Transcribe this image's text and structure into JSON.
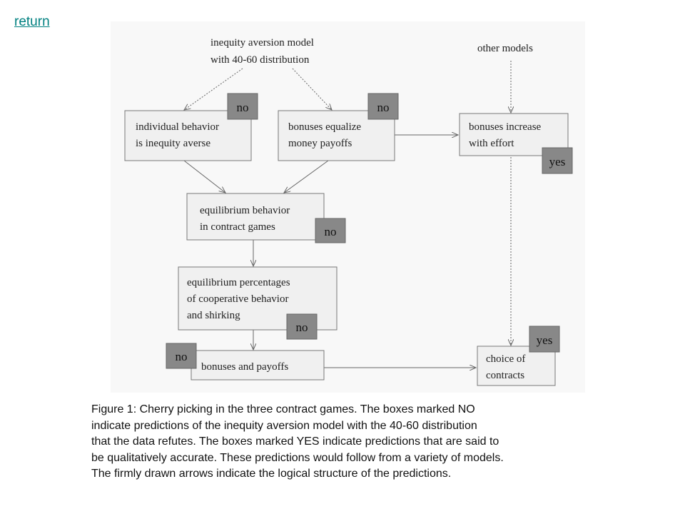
{
  "nav": {
    "return_label": "return"
  },
  "diagram": {
    "sources": {
      "inequity": [
        "inequity aversion model",
        "with 40-60 distribution"
      ],
      "other": "other models"
    },
    "nodes": {
      "individual": [
        "individual behavior",
        "is inequity averse"
      ],
      "bonuses_equalize": [
        "bonuses equalize",
        "money payoffs"
      ],
      "bonuses_increase": [
        "bonuses increase",
        "with effort"
      ],
      "equilibrium_behavior": [
        "equilibrium behavior",
        "in contract games"
      ],
      "equilibrium_percentages": [
        "equilibrium percentages",
        "of cooperative behavior",
        "and shirking"
      ],
      "bonuses_payoffs": [
        "bonuses and payoffs"
      ],
      "choice": [
        "choice of",
        "contracts"
      ]
    },
    "tags": {
      "no": "no",
      "yes": "yes"
    }
  },
  "caption": {
    "lines": [
      "Figure 1:  Cherry picking in the three contract games.  The boxes marked NO",
      "indicate predictions of the inequity aversion model with the 40-60 distribution",
      "that the data refutes.  The boxes marked YES indicate predictions that are said to",
      "be qualitatively accurate.  These predictions would follow from a variety of models.",
      "The firmly drawn arrows indicate the logical structure of the predictions."
    ]
  }
}
